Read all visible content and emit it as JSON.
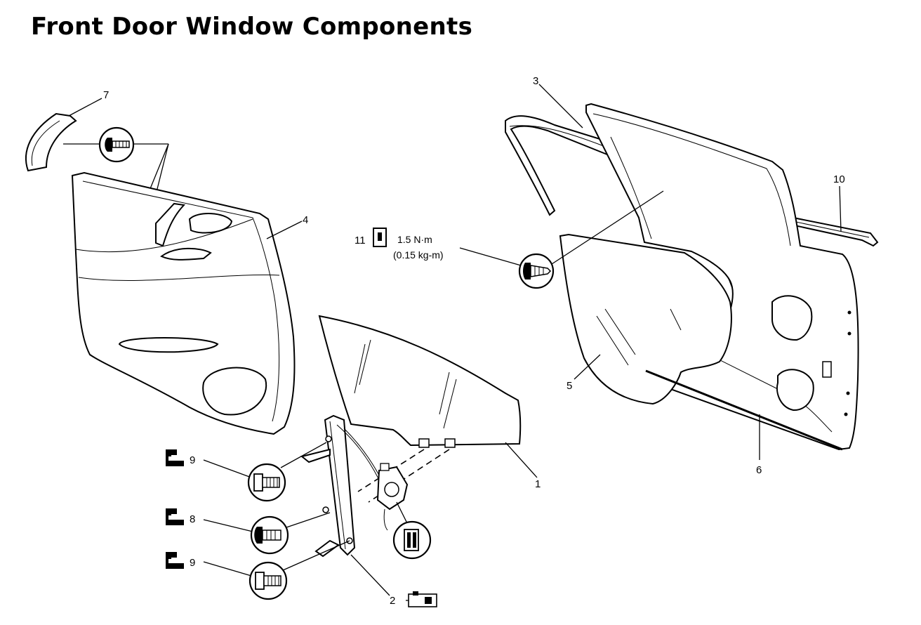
{
  "title": "Front Door Window Components",
  "callouts": {
    "c1": "1",
    "c2": "2",
    "c3": "3",
    "c4": "4",
    "c5": "5",
    "c6": "6",
    "c7": "7",
    "c8": "8",
    "c9a": "9",
    "c9b": "9",
    "c10": "10",
    "c11": "11"
  },
  "torque": {
    "nm": "1.5 N·m",
    "kgm": "(0.15 kg-m)"
  },
  "icons": [
    "torque-wrench-icon",
    "bolt-icon",
    "screw-icon",
    "clip-icon",
    "motor-icon",
    "connector-icon"
  ]
}
